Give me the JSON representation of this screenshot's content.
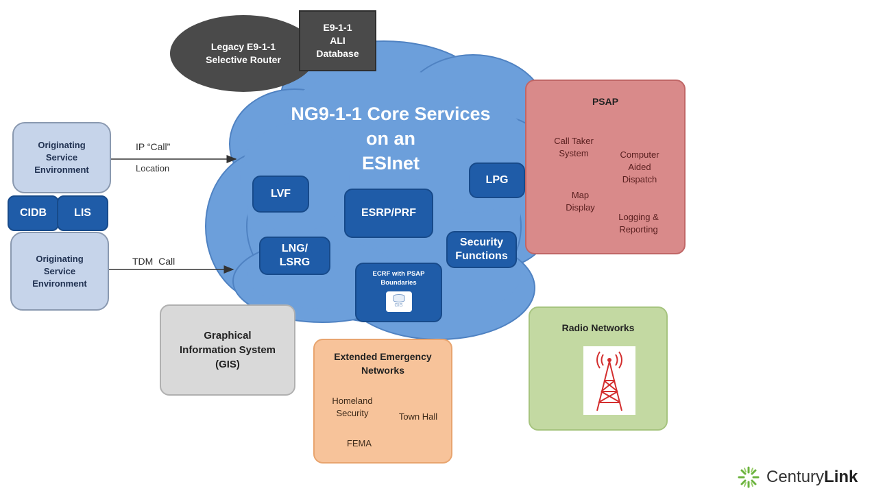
{
  "legacy": {
    "selective_router": [
      "Legacy E9-1-1",
      "Selective Router"
    ],
    "ali_database": [
      "E9-1-1",
      "ALI",
      "Database"
    ]
  },
  "core": {
    "title": [
      "NG9-1-1 Core Services",
      "on an",
      "ESInet"
    ],
    "functions": {
      "lvf": "LVF",
      "esrp": "ESRP/PRF",
      "lpg": "LPG",
      "lng": [
        "LNG/",
        "LSRG"
      ],
      "security": [
        "Security",
        "Functions"
      ],
      "ecrf": [
        "ECRF with PSAP",
        "Boundaries"
      ],
      "gis_db": "GIS"
    }
  },
  "originating": {
    "top": [
      "Originating",
      "Service",
      "Environment"
    ],
    "bottom": [
      "Originating",
      "Service",
      "Environment"
    ],
    "cidb": "CIDB",
    "lis": "LIS"
  },
  "arrows": {
    "ip_call": "IP “Call”",
    "location": "Location",
    "tdm_call": "TDM  Call"
  },
  "psap": {
    "title": "PSAP",
    "call_taker": [
      "Call Taker",
      "System"
    ],
    "cad": [
      "Computer",
      "Aided",
      "Dispatch"
    ],
    "map": [
      "Map",
      "Display"
    ],
    "logging": [
      "Logging &",
      "Reporting"
    ]
  },
  "gis": [
    "Graphical",
    "Information System",
    "(GIS)"
  ],
  "een": {
    "title": [
      "Extended Emergency",
      "Networks"
    ],
    "homeland": [
      "Homeland",
      "Security"
    ],
    "town_hall": "Town Hall",
    "fema": "FEMA"
  },
  "radio": {
    "title": "Radio Networks"
  },
  "brand": {
    "prefix": "Century",
    "suffix": "Link"
  },
  "colors": {
    "cloud": "#6c9fdb",
    "pill": "#1f5ca8",
    "legacy_dark": "#4a4a4a",
    "psap": "#d98a8a",
    "een": "#f7c39a",
    "radio": "#c3d9a2",
    "gis": "#d9d9d9",
    "originating": "#c6d4ea",
    "brand_green": "#6cb33f"
  }
}
